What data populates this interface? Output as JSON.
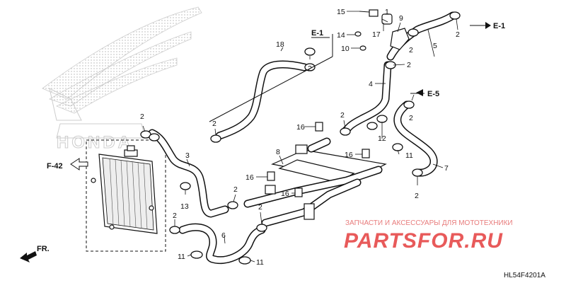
{
  "part_numbers": {
    "p2": "2",
    "p3": "3",
    "p4": "4",
    "p5": "5",
    "p6": "6",
    "p7": "7",
    "p8": "8",
    "p9": "9",
    "p10": "10",
    "p11": "11",
    "p12": "12",
    "p13": "13",
    "p14": "14",
    "p15": "15",
    "p16": "16",
    "p17": "17",
    "p18": "18",
    "p1": "1"
  },
  "references": {
    "e1": "E-1",
    "e5": "E-5",
    "f42": "F-42",
    "front": "FR."
  },
  "watermark": {
    "subtitle": "ЗАПЧАСТИ И АКСЕССУАРЫ ДЛЯ МОТОТЕХНИКИ",
    "brand": "PARTSFOR.RU"
  },
  "logo_text": "HONDA",
  "diagram_code": "HL54F4201A",
  "colors": {
    "watermark": "#e85a5a",
    "line": "#111111"
  }
}
